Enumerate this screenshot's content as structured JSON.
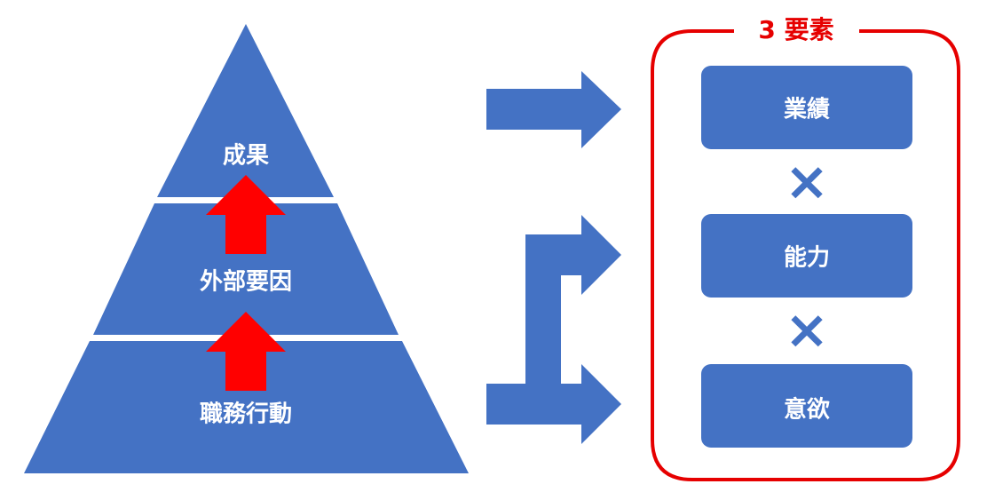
{
  "pyramid": {
    "levels": [
      {
        "id": "top",
        "label": "成果"
      },
      {
        "id": "middle",
        "label": "外部要因"
      },
      {
        "id": "bottom",
        "label": "職務行動"
      }
    ]
  },
  "elements": {
    "title": "3 要素",
    "boxes": [
      {
        "id": "performance",
        "label": "業績"
      },
      {
        "id": "ability",
        "label": "能力"
      },
      {
        "id": "motivation",
        "label": "意欲"
      }
    ],
    "operator": "×"
  },
  "colors": {
    "shape_blue": "#4472C4",
    "arrow_red": "#FF0000",
    "frame_red": "#E60000",
    "text_white": "#FFFFFF"
  }
}
